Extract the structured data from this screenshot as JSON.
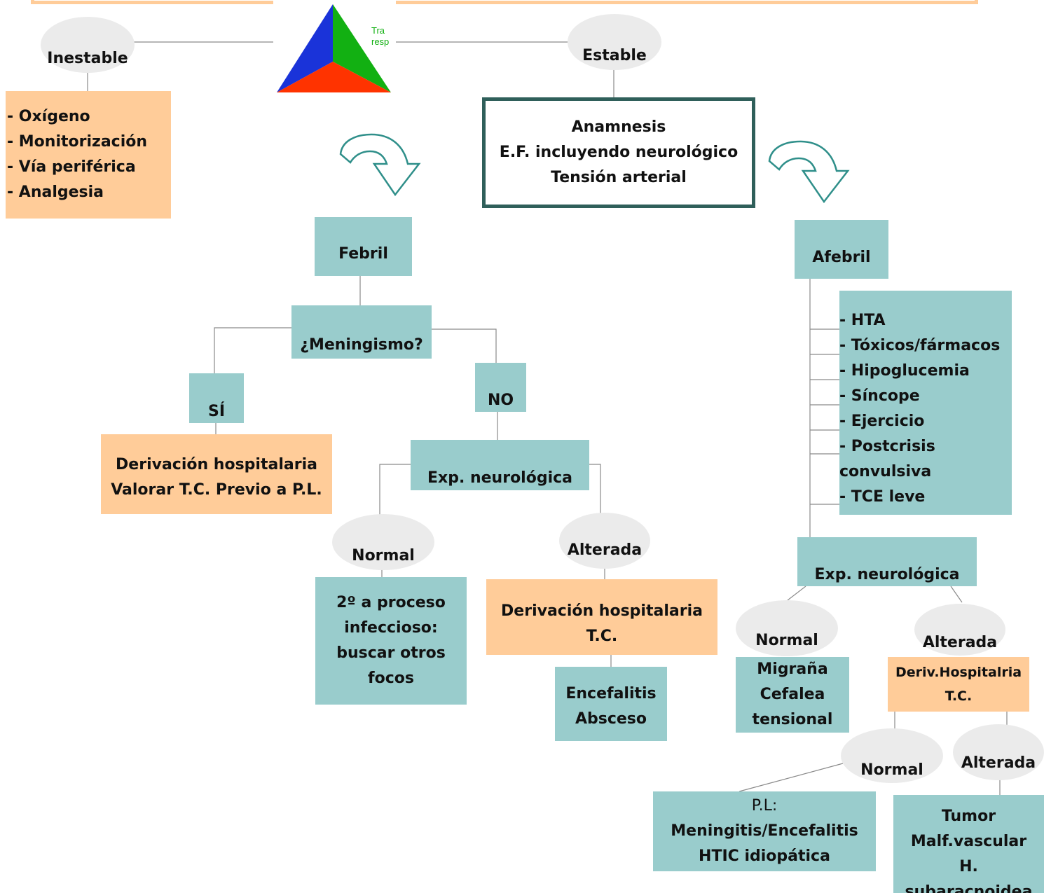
{
  "logo": {
    "text_line1": "Tra",
    "text_line2": "resp"
  },
  "nodes": {
    "inestable": "Inestable",
    "estable": "Estable",
    "inestable_actions": [
      "- Oxígeno",
      "- Monitorización",
      "- Vía periférica",
      "- Analgesia"
    ],
    "evaluation": [
      "Anamnesis",
      "E.F.  incluyendo neurológico",
      "Tensión arterial"
    ],
    "febril": "Febril",
    "meningismo": "¿Meningismo?",
    "si": "SÍ",
    "no": "NO",
    "si_action": [
      "Derivación hospitalaria",
      "Valorar T.C. Previo a P.L."
    ],
    "exp_neuro_febril": "Exp. neurológica",
    "normal_febril": "Normal",
    "alterada_febril": "Alterada",
    "normal_febril_result": [
      "2º a proceso",
      "infeccioso:",
      "buscar otros",
      "focos"
    ],
    "alterada_febril_action": [
      "Derivación hospitalaria",
      "T.C."
    ],
    "alterada_febril_result": [
      "Encefalitis",
      "Absceso"
    ],
    "afebril": "Afebril",
    "afebril_causes": [
      "- HTA",
      "- Tóxicos/fármacos",
      "- Hipoglucemia",
      "- Síncope",
      "- Ejercicio",
      "- Postcrisis",
      "convulsiva",
      "- TCE leve"
    ],
    "exp_neuro_afebril": "Exp. neurológica",
    "normal_afebril": "Normal",
    "alterada_afebril": "Alterada",
    "normal_afebril_result": [
      "Migraña",
      "Cefalea",
      "tensional"
    ],
    "alterada_afebril_action": [
      "Deriv.Hospitalria",
      "T.C."
    ],
    "normal_tc": "Normal",
    "alterada_tc": "Alterada",
    "normal_tc_result_prefix": "P.L:",
    "normal_tc_result": [
      "Meningitis/Encefalitis",
      "HTIC idiopática"
    ],
    "alterada_tc_result": [
      "Tumor",
      "Malf.vascular",
      "H. subaracnoidea"
    ]
  },
  "colors": {
    "teal": "#99cccc",
    "orange": "#ffcc99",
    "ellipse": "#ebebeb",
    "eval_border": "#2f5f5a",
    "logo_blue": "#1a33d9",
    "logo_green": "#12b012",
    "logo_red": "#ff3300"
  }
}
